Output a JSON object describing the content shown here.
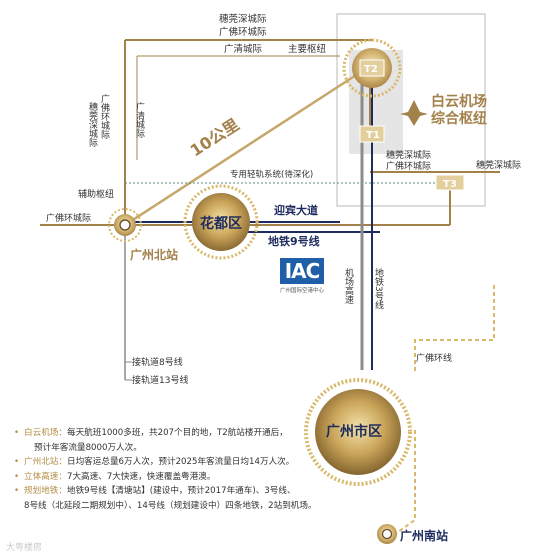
{
  "colors": {
    "gold": "#a3814a",
    "gold_light": "#d9b86a",
    "brown": "#6b4e2a",
    "navy": "#1d2b5e",
    "dotted_green": "#5f8f86",
    "white": "#ffffff"
  },
  "labels": {
    "suiguan_shenchengji_top": "穗莞深城际",
    "guangfo_huanchengji_top": "广佛环城际",
    "guangqing_chengji_top": "广清城际",
    "main_hub": "主要枢纽",
    "t2": "T2",
    "t1": "T1",
    "t3": "T3",
    "baiyun_airport_line1": "白云机场",
    "baiyun_airport_line2": "综合枢纽",
    "airport_icon": "airplane-icon",
    "suiguan_guangfo_left": "穗莞深城际",
    "guangfo_huan_left": "广佛环城际",
    "guangqing_left": "广清城际",
    "ten_km": "10公里",
    "dedicated_rail": "专用轻轨系统(待深化)",
    "suiguan_right1": "穗莞深城际",
    "guangfo_right1": "广佛环城际",
    "suiguan_right2": "穗莞深城际",
    "aux_hub": "辅助枢纽",
    "guangfo_huan_west": "广佛环城际",
    "huadu": "花都区",
    "yingbin_avenue": "迎宾大道",
    "metro9": "地铁9号线",
    "guangzhou_north": "广州北站",
    "airport_expressway": "机场高速",
    "metro3": "地铁3号线",
    "guangfo_ring": "广佛环线",
    "connect_line8": "接轨道8号线",
    "connect_line13": "接轨道13号线",
    "guangzhou_city": "广州市区",
    "guangzhou_south": "广州南站",
    "iac_letters": "IAC",
    "iac_sub": "广州国际空港中心"
  },
  "legend": [
    {
      "key": "白云机场：",
      "text": "每天航班1000多班，共207个目的地，T2航站楼开通后，",
      "cont": "预计年客流量8000万人次。"
    },
    {
      "key": "广州北站：",
      "text": "日均客运总量6万人次，预计2025年客流量日均14万人次。",
      "cont": ""
    },
    {
      "key": "立体高速：",
      "text": "7大高速、7大快速，快速覆盖粤港澳。",
      "cont": ""
    },
    {
      "key": "规划地铁：",
      "text": "地铁9号线【清塘站】(建设中，预计2017年通车)、3号线、",
      "cont": "8号线（北延段二期规划中）、14号线（规划建设中）四条地铁，2站到机场。"
    }
  ],
  "watermark": "大粤楼房"
}
